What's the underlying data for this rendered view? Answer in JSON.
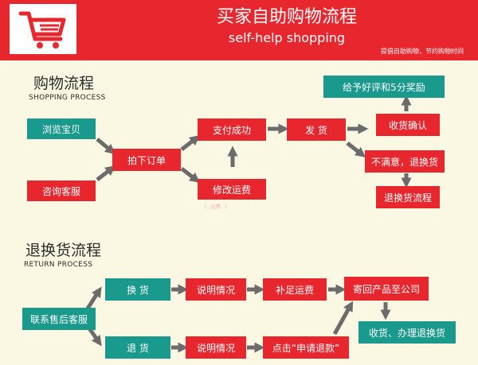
{
  "header": {
    "title_cn": "买家自助购物流程",
    "title_en": "self-help shopping",
    "slogan": "提倡自助购物，节约购物时间",
    "cart_icon": "shopping-cart-icon"
  },
  "colors": {
    "header_red": "#e8262e",
    "box_red": "#e8262e",
    "box_teal": "#1a9a8c",
    "arrow_gray": "#6b6b6b",
    "background": "#faf7e3"
  },
  "shopping": {
    "title_cn": "购物流程",
    "title_en": "SHOPPING PROCESS",
    "browse": "浏览宝贝",
    "consult": "咨询客服",
    "order": "拍下订单",
    "pay": "支付成功",
    "modify": "修改运费",
    "modify_note": "（...运费...）",
    "ship": "发    货",
    "confirm": "收货确认",
    "rate": "给予好评和5分奖励",
    "unsatisfied": "不满意，退换货",
    "return_flow": "退换货流程"
  },
  "returns": {
    "title_cn": "退换货流程",
    "title_en": "RETURN PROCESS",
    "contact": "联系售后客服",
    "exchange": "换    货",
    "refund": "退    货",
    "explain1": "说明情况",
    "explain2": "说明情况",
    "supplement": "补足运费",
    "apply": "点击“申请退款”",
    "send_back": "寄回产品至公司",
    "receive": "收货、办理退换货"
  }
}
